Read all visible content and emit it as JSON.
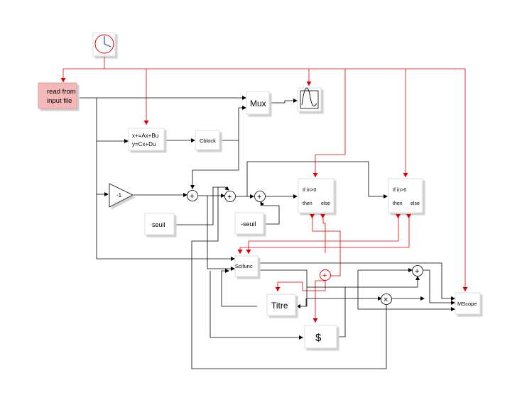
{
  "blocks": {
    "clock": "",
    "read_file": [
      "read from",
      "input file"
    ],
    "mux": "Mux",
    "statespace": [
      "x+=Ax+Bu",
      "y=Cx+Du"
    ],
    "cblock": "Cblock",
    "gain": "-1",
    "seuil": "seuil",
    "neg_seuil": "-seuil",
    "ifthen1": [
      "If in>0",
      "then",
      "else"
    ],
    "ifthen2": [
      "If in>0",
      "then",
      "else"
    ],
    "scifunc": "Scifunc",
    "titre": "Titre",
    "dollar": "$",
    "mscope": "MScope"
  },
  "symbols": {
    "sum": "+",
    "product": "×"
  },
  "colors": {
    "event_link": "#e00000",
    "regular_link": "#000000",
    "read_block_fill": "#f5b8b8",
    "block_shadow": "#d8d8d8"
  }
}
